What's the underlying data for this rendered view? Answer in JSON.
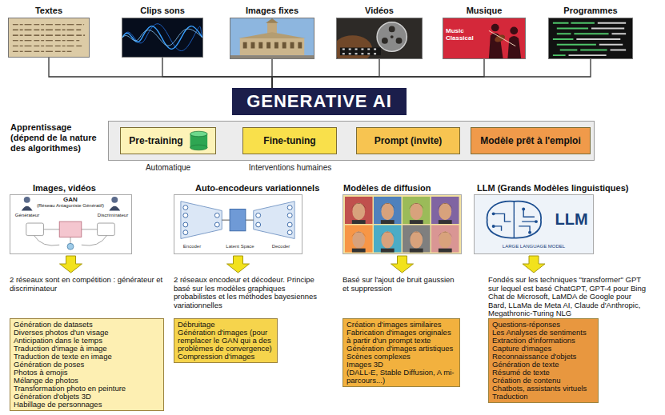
{
  "diagram": {
    "nodes": [
      {
        "text": [
          "Textes"
        ]
      },
      {
        "text": [
          "Clips sons"
        ]
      },
      {
        "text": [
          "Images fixes"
        ]
      },
      {
        "text": [
          "Vidéos"
        ]
      },
      {
        "text": [
          "Musique"
        ]
      },
      {
        "text": [
          "Programmes"
        ]
      },
      {
        "text": [
          "GENERATIVE AI"
        ]
      },
      {
        "text": [
          "Apprentissage (dépend de la nature des algorithmes)"
        ]
      },
      {
        "text": [
          "Pre-training"
        ],
        "in": 7
      },
      {
        "text": [
          "Fine-tuning"
        ],
        "in": 7
      },
      {
        "text": [
          "Prompt (invite)"
        ],
        "in": 7
      },
      {
        "text": [
          "Modèle prêt à l'emploi"
        ],
        "in": 7
      },
      {
        "text": [
          "Images, vidéos"
        ]
      },
      {
        "text": [
          "2 réseaux sont en compétition : générateur et discriminateur",
          "Génération de datasets",
          "Diverses photos d'un visage",
          "Anticipation dans le temps",
          "Traduction d'image à image",
          "Traduction de texte en image",
          "Génération de poses",
          "Photos à emojis",
          "Mélange de photos",
          "Transformation photo en peinture",
          "Génération d'objets 3D",
          "Habillage de personnages"
        ]
      },
      {
        "text": [
          "Auto-encodeurs variationnels"
        ]
      },
      {
        "text": [
          "2 réseaux encodeur et décodeur. Principe basé sur les modèles graphiques probabilistes et les méthodes bayesiennes variationnelles",
          "Débruitage",
          "Génération d'images (pour remplacer le GAN qui a des problèmes de convergence)",
          "Compression d'images"
        ]
      },
      {
        "text": [
          "Modèles de diffusion"
        ]
      },
      {
        "text": [
          "Basé sur l'ajout de bruit gaussien et suppression",
          "Création d'images similaires",
          "Fabrication d'images originales à partir d'un prompt texte",
          "Génération d'images artistiques",
          "Scènes complexes",
          "Images 3D",
          "(DALL-E, Stable Diffusion, A mi-parcours...)"
        ]
      },
      {
        "text": [
          "LLM (Grands Modèles linguistiques)"
        ]
      },
      {
        "text": [
          "Fondés sur les techniques \"transformer\" GPT sur lequel est basé ChatGPT, GPT-4 pour Bing Chat de Microsoft, LaMDA de Google pour Bard, LLaMa de Meta AI, Claude d'Anthropic, Megathronic-Turing NLG",
          "Questions-réponses",
          "Les Analyses de sentiments",
          "Extraction d'informations",
          "Capture d'images",
          "Reconnaissance d'objets",
          "Génération de texte",
          "Résumé de texte",
          "Création de contenu",
          "Chatbots, assistants virtuels",
          "Traduction"
        ]
      }
    ],
    "edges": [
      {
        "from": 0,
        "to": 6,
        "arrow": "none"
      },
      {
        "from": 1,
        "to": 6,
        "arrow": "none"
      },
      {
        "from": 2,
        "to": 6,
        "arrow": "none"
      },
      {
        "from": 3,
        "to": 6,
        "arrow": "none"
      },
      {
        "from": 4,
        "to": 6,
        "arrow": "none"
      },
      {
        "from": 5,
        "to": 6,
        "arrow": "none"
      },
      {
        "from": 8,
        "to": 9,
        "arrow": "to"
      },
      {
        "from": 9,
        "to": 10,
        "arrow": "to"
      },
      {
        "from": 10,
        "to": 11,
        "arrow": "to"
      },
      {
        "from": 12,
        "to": 13,
        "arrow": "to"
      },
      {
        "from": 14,
        "to": 15,
        "arrow": "to"
      },
      {
        "from": 16,
        "to": 17,
        "arrow": "to"
      },
      {
        "from": 18,
        "to": 19,
        "arrow": "to"
      }
    ],
    "labels": [
      "Automatique",
      "Interventions humaines",
      "Music Classical",
      "GAN",
      "(Réseau Antagoniste Génératif)",
      "Générateur",
      "Discriminateur",
      "Encoder",
      "Latent Space",
      "Decoder",
      "LLM",
      "LARGE LANGUAGE MODEL"
    ]
  }
}
